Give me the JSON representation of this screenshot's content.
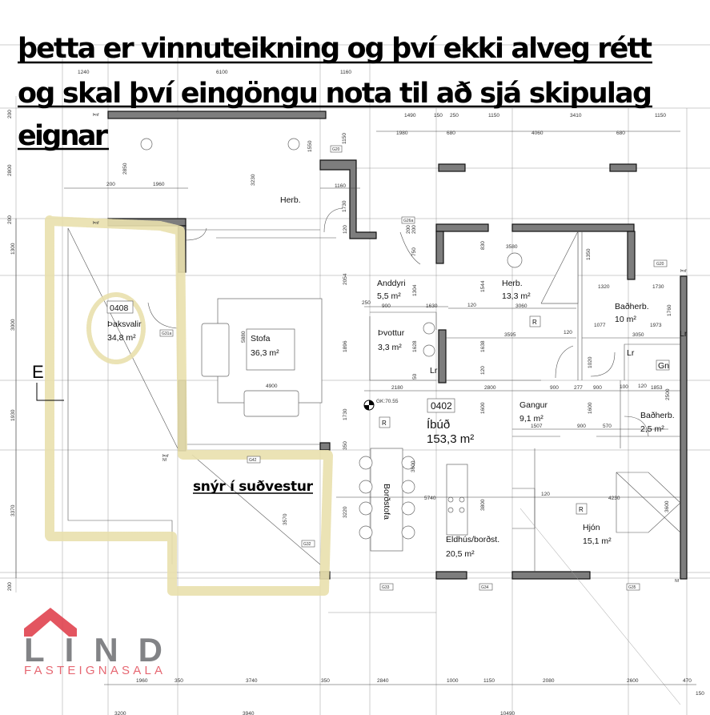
{
  "notice": {
    "lines": [
      "þetta er vinnuteikning og því ekki alveg rétt",
      "og skal því eingöngu nota til að sjá skipulag",
      "eignar"
    ]
  },
  "logo": {
    "name": "LIND",
    "subtitle": "FASTEIGNASALA",
    "roof_color": "#e0424f",
    "text_color": "#6d6e71"
  },
  "orientation_note": "snýr í suðvestur",
  "section_marker": "E",
  "apartment": {
    "number": "0402",
    "name": "Íbúð",
    "area": "153,3 m²",
    "floor_level": "GK:70.55"
  },
  "terrace": {
    "number": "0408",
    "name": "Þaksvalir",
    "area": "34,8 m²"
  },
  "rooms": [
    {
      "name": "Herb.",
      "area": ""
    },
    {
      "name": "Anddyri",
      "area": "5,5 m²"
    },
    {
      "name": "Herb.",
      "area": "13,3 m²"
    },
    {
      "name": "Baðherb.",
      "area": "10 m²"
    },
    {
      "name": "Þvottur",
      "area": "3,3 m²"
    },
    {
      "name": "Stofa",
      "area": "36,3 m²"
    },
    {
      "name": "Gangur",
      "area": "9,1 m²"
    },
    {
      "name": "Baðherb.",
      "area": "2,5 m²"
    },
    {
      "name": "Borðstofa",
      "area": ""
    },
    {
      "name": "Eldhús/borðst.",
      "area": "20,5 m²"
    },
    {
      "name": "Hjón",
      "area": "15,1 m²"
    }
  ],
  "symbols": {
    "vent": "R",
    "storage": "Lr",
    "gn": "Gn",
    "roof_drain": "Þnf",
    "nf": "Nf"
  },
  "window_tags": [
    "G20",
    "G20",
    "G26a",
    "G31a",
    "G42",
    "G32",
    "G33",
    "G34",
    "G35"
  ],
  "dimensions": {
    "top": [
      "1240",
      "6100",
      "1160",
      "1490",
      "150",
      "250",
      "1150",
      "3410",
      "1150",
      "1980",
      "680",
      "4060",
      "680"
    ],
    "upper": [
      "200",
      "1960",
      "1160",
      "3230",
      "2850",
      "1550",
      "1150",
      "1730",
      "120",
      "200",
      "200",
      "750",
      "830",
      "3580",
      "1350"
    ],
    "left": [
      "200",
      "2800",
      "200",
      "1300",
      "3000",
      "1930",
      "3370",
      "200"
    ],
    "middle": [
      "2054",
      "1304",
      "1544",
      "250",
      "900",
      "1630",
      "120",
      "3060",
      "1320",
      "1730",
      "1077",
      "1973",
      "1760",
      "1896",
      "1628",
      "1638",
      "3595",
      "120",
      "3050",
      "1020",
      "120",
      "50",
      "2180",
      "2800",
      "900",
      "277",
      "900",
      "100",
      "120",
      "1853",
      "2500",
      "1730",
      "1600",
      "1600",
      "1507",
      "900",
      "570",
      "5880",
      "4900",
      "350"
    ],
    "lower": [
      "5740",
      "3220",
      "3570",
      "3800",
      "120",
      "4230",
      "3600",
      "3600"
    ],
    "bottom": [
      "1960",
      "350",
      "3740",
      "350",
      "2840",
      "1000",
      "1150",
      "2080",
      "2600",
      "470",
      "150"
    ],
    "overall": [
      "3200",
      "3940",
      "10490"
    ]
  }
}
